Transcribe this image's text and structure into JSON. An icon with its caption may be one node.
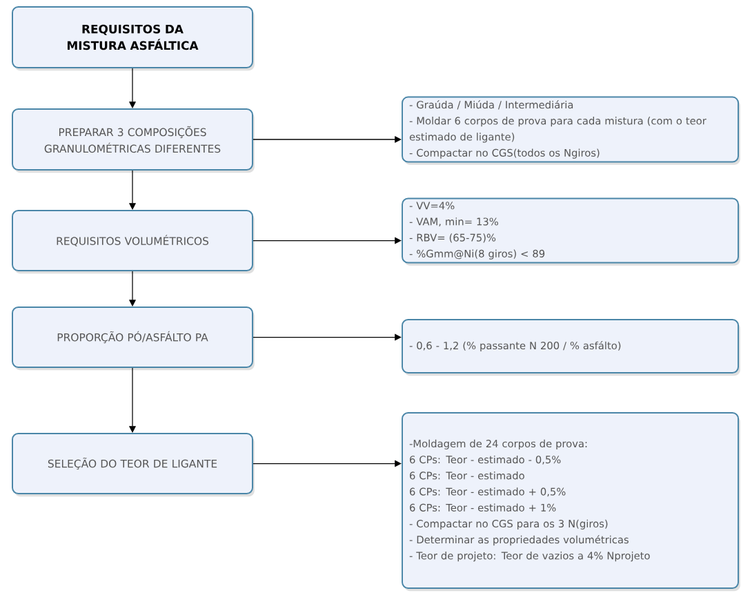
{
  "diagram": {
    "nodes": [
      {
        "text": [
          "REQUISITOS DA MISTURA ASFÁLTICA"
        ]
      },
      {
        "text": [
          "PREPARAR 3 COMPOSIÇÕES GRANULOMÉTRICAS DIFERENTES"
        ]
      },
      {
        "text": [
          "- Graúda / Miúda / Intermediária",
          "- Moldar 6 corpos de prova para cada mistura (com o teor estimado de ligante)",
          "- Compactar no CGS(todos os Ngiros)"
        ]
      },
      {
        "text": [
          "REQUISITOS VOLUMÉTRICOS"
        ]
      },
      {
        "text": [
          "- VV=4%",
          "- VAM, min= 13%",
          "- RBV= (65-75)%",
          "- %Gmm@Ni(8 giros) < 89"
        ]
      },
      {
        "text": [
          "PROPORÇÃO PÓ/ASFÁLTO PA"
        ]
      },
      {
        "text": [
          "- 0,6 - 1,2 (% passante N 200 / % asfálto)"
        ]
      },
      {
        "text": [
          "SELEÇÃO DO TEOR DE LIGANTE"
        ]
      },
      {
        "text": [
          "-Moldagem de 24 corpos de prova:",
          "6 CPs: Teor - estimado - 0,5%",
          "6 CPs: Teor - estimado",
          "6 CPs: Teor - estimado + 0,5%",
          "6 CPs: Teor - estimado + 1%",
          "- Compactar no CGS para os 3 N(giros)",
          "- Determinar as propriedades volumétricas",
          "- Teor de projeto: Teor de vazios a 4% Nprojeto"
        ]
      }
    ],
    "edges": [
      {
        "from": 0,
        "to": 1,
        "arrow": "to"
      },
      {
        "from": 1,
        "to": 3,
        "arrow": "to"
      },
      {
        "from": 3,
        "to": 5,
        "arrow": "to"
      },
      {
        "from": 5,
        "to": 7,
        "arrow": "to"
      },
      {
        "from": 1,
        "to": 2,
        "arrow": "to"
      },
      {
        "from": 3,
        "to": 4,
        "arrow": "to"
      },
      {
        "from": 5,
        "to": 6,
        "arrow": "to"
      },
      {
        "from": 7,
        "to": 8,
        "arrow": "to"
      }
    ]
  }
}
